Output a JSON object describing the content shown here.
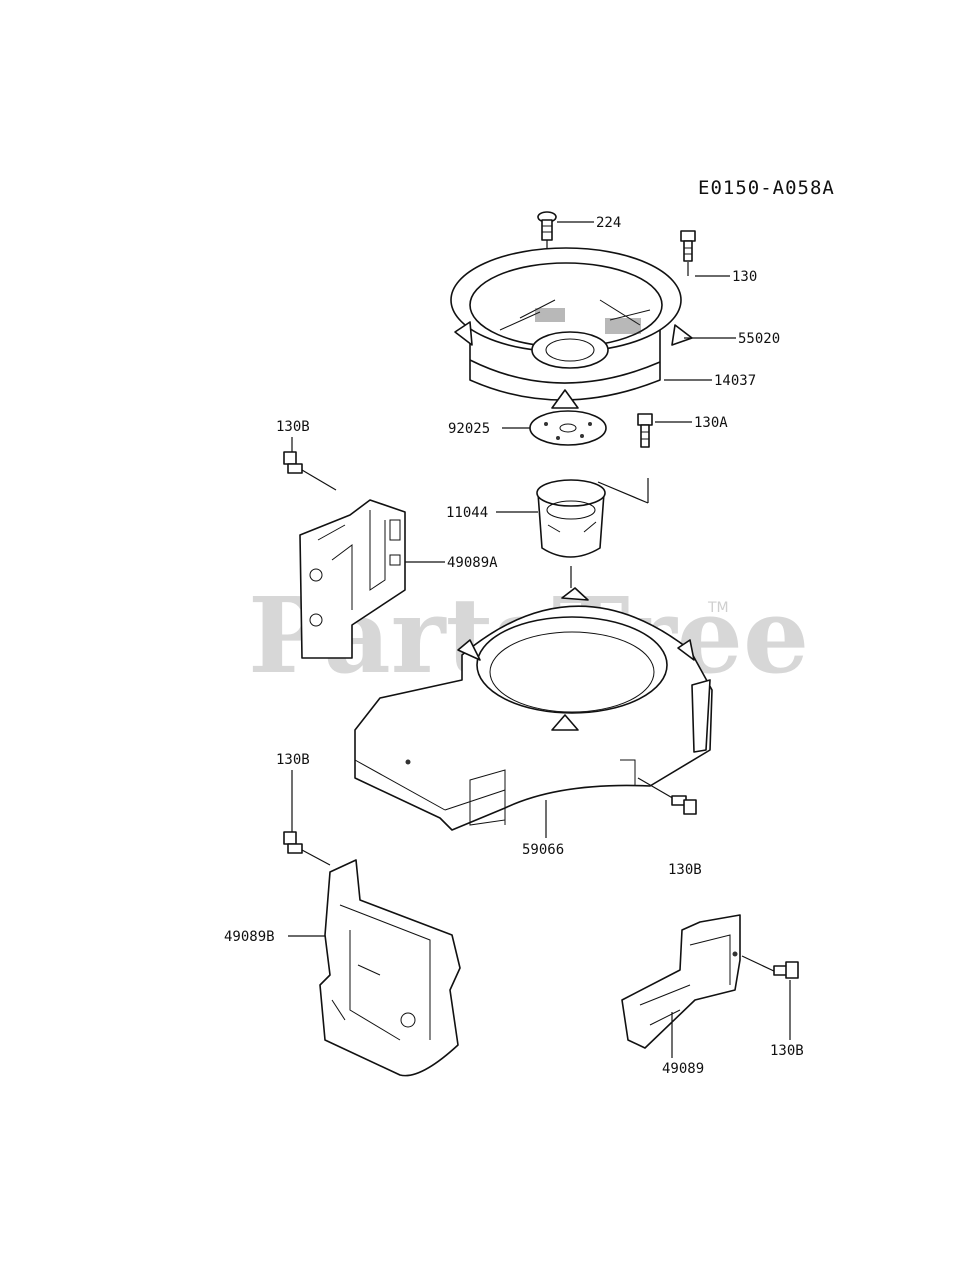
{
  "diagram": {
    "code": "E0150-A058A",
    "watermark": "PartsTree",
    "trademark": "TM"
  },
  "callouts": {
    "p224": "224",
    "p130": "130",
    "p55020": "55020",
    "p14037": "14037",
    "p130B_a": "130B",
    "p92025": "92025",
    "p130A": "130A",
    "p11044": "11044",
    "p49089A": "49089A",
    "p130B_b": "130B",
    "p59066": "59066",
    "p130B_c": "130B",
    "p49089B": "49089B",
    "p49089": "49089",
    "p130B_d": "130B"
  }
}
